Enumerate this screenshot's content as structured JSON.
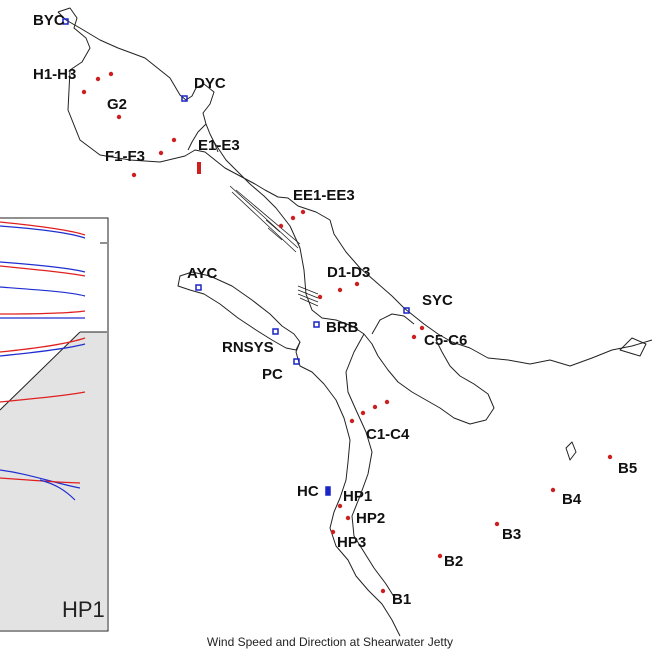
{
  "map": {
    "caption": "Wind Speed and Direction at Shearwater Jetty",
    "inset_label": "HP1",
    "colors": {
      "coast": "#222222",
      "site_dot": "#cc1f1f",
      "marker": "#1a24c8",
      "inset_fill": "#e3e3e3",
      "series_red": "#e02020",
      "series_blue": "#2030d0"
    }
  },
  "labels": [
    {
      "id": "byc",
      "text": "BYC"
    },
    {
      "id": "h1h3",
      "text": "H1-H3"
    },
    {
      "id": "dyc",
      "text": "DYC"
    },
    {
      "id": "g2",
      "text": "G2"
    },
    {
      "id": "f1f3",
      "text": "F1-F3"
    },
    {
      "id": "e1e3",
      "text": "E1-E3"
    },
    {
      "id": "ee1ee3",
      "text": "EE1-EE3"
    },
    {
      "id": "ayc",
      "text": "AYC"
    },
    {
      "id": "d1d3",
      "text": "D1-D3"
    },
    {
      "id": "syc",
      "text": "SYC"
    },
    {
      "id": "brb",
      "text": "BRB"
    },
    {
      "id": "c5c6",
      "text": "C5-C6"
    },
    {
      "id": "rnsys",
      "text": "RNSYS"
    },
    {
      "id": "pc",
      "text": "PC"
    },
    {
      "id": "c1c4",
      "text": "C1-C4"
    },
    {
      "id": "b5",
      "text": "B5"
    },
    {
      "id": "b4",
      "text": "B4"
    },
    {
      "id": "hc",
      "text": "HC"
    },
    {
      "id": "hp1",
      "text": "HP1"
    },
    {
      "id": "hp2",
      "text": "HP2"
    },
    {
      "id": "b3",
      "text": "B3"
    },
    {
      "id": "hp3",
      "text": "HP3"
    },
    {
      "id": "b2",
      "text": "B2"
    },
    {
      "id": "b1",
      "text": "B1"
    }
  ]
}
